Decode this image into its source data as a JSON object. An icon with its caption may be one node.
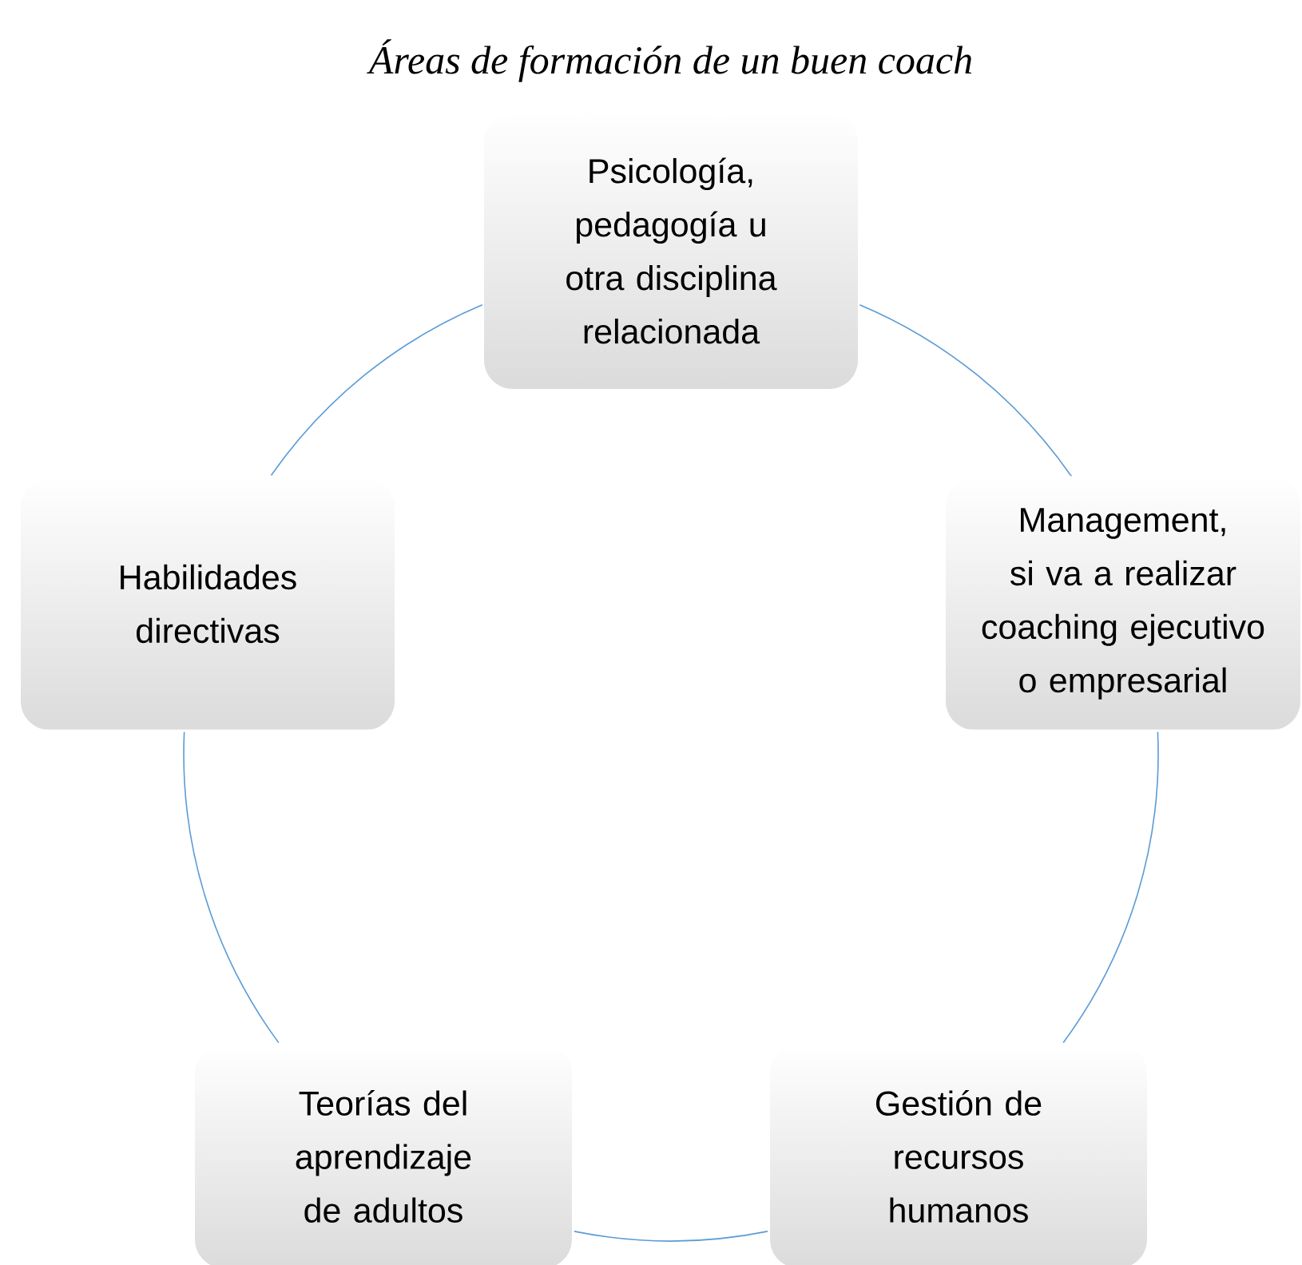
{
  "diagram": {
    "title": "Áreas de formación de un buen coach",
    "nodes": [
      {
        "text": [
          "Psicología, pedagogía u otra disciplina relacionada"
        ]
      },
      {
        "text": [
          "Management, si va a realizar coaching ejecutivo o empresarial"
        ]
      },
      {
        "text": [
          "Gestión de recursos humanos"
        ]
      },
      {
        "text": [
          "Teorías del aprendizaje de adultos"
        ]
      },
      {
        "text": [
          "Habilidades directivas"
        ]
      }
    ],
    "edges": [
      {
        "from": 0,
        "to": 1,
        "arrow": "none"
      },
      {
        "from": 1,
        "to": 2,
        "arrow": "none"
      },
      {
        "from": 2,
        "to": 3,
        "arrow": "none"
      },
      {
        "from": 3,
        "to": 4,
        "arrow": "none"
      },
      {
        "from": 4,
        "to": 0,
        "arrow": "none"
      }
    ]
  }
}
